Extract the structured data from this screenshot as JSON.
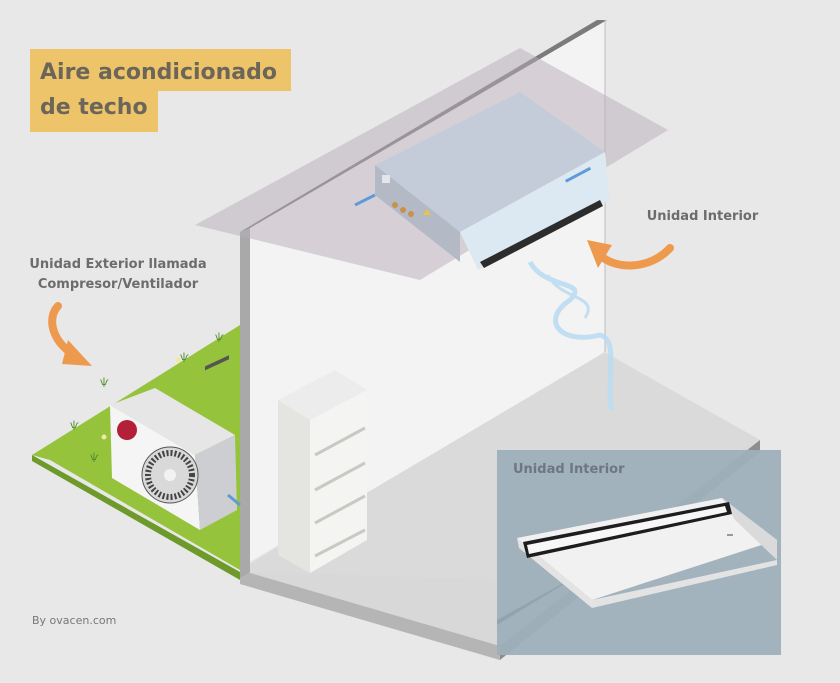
{
  "title": {
    "line1": "Aire acondicionado",
    "line2": "de techo",
    "background_color": "#eec46a",
    "text_color": "#6b6659"
  },
  "labels": {
    "exterior_line1": "Unidad Exterior llamada",
    "exterior_line2": "Compresor/Ventilador",
    "interior": "Unidad Interior"
  },
  "inset": {
    "title": "Unidad Interior",
    "background_color": "#9eb0ba"
  },
  "credit": "By ovacen.com",
  "colors": {
    "background": "#e8e8e8",
    "arrow": "#ee9a4e",
    "grass": "#96c33c",
    "wall": "#f4f3f4",
    "wall_top": "#7b7b7b",
    "floor": "#d9d9d9",
    "ceiling_plane": "#c9c2c8",
    "indoor_unit": "#c3cbd8",
    "airflow": "#bcdcf2"
  }
}
